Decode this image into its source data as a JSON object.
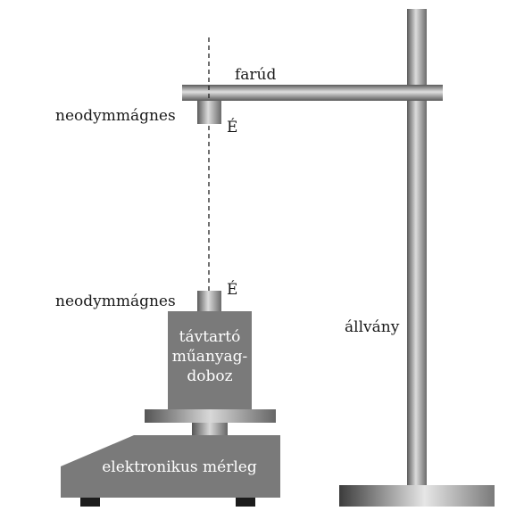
{
  "labels": {
    "crossbar": "farúd",
    "top_magnet": "neodymmágnes",
    "top_pole": "É",
    "bottom_magnet": "neodymmágnes",
    "bottom_pole": "É",
    "stand": "állvány",
    "spacer_line1": "távtartó",
    "spacer_line2": "műanyag-",
    "spacer_line3": "doboz",
    "scale": "elektronikus mérleg"
  },
  "colors": {
    "metal_dark": "#4a4a4a",
    "metal_mid": "#8c8c8c",
    "metal_light": "#d9d9d9",
    "box_gray": "#7a7a7a",
    "text": "#1a1a1a"
  }
}
